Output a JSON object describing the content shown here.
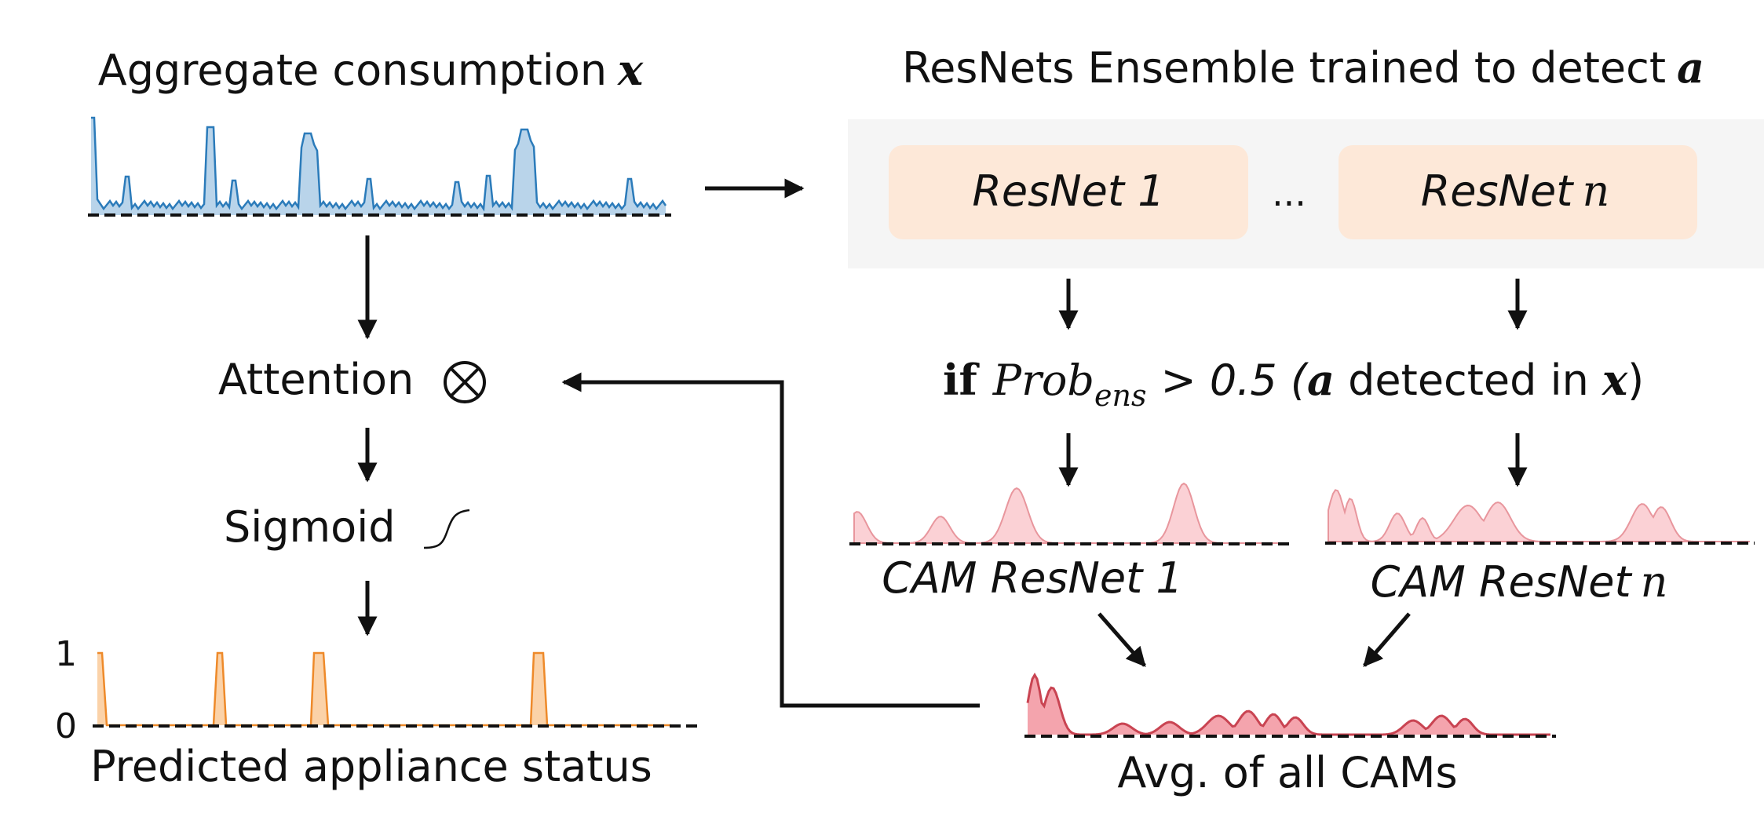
{
  "left": {
    "input_title": "Aggregate consumption",
    "input_symbol": "x",
    "attention_label": "Attention",
    "sigmoid_label": "Sigmoid",
    "output_y_top": "1",
    "output_y_bottom": "0",
    "output_title": "Predicted appliance status"
  },
  "right": {
    "ensemble_title": "ResNets Ensemble trained to detect",
    "ensemble_symbol": "a",
    "model_1_name": "ResNet 1",
    "model_ellipsis": "...",
    "model_n_name": "ResNet",
    "model_n_symbol": "n",
    "condition_if": "if",
    "condition_prob": "Prob",
    "condition_subscript": "ens",
    "condition_threshold": "> 0.5 (",
    "condition_symbol_a": "a",
    "condition_detected": " detected in ",
    "condition_symbol_x": "x",
    "condition_close": ")",
    "cam_1_label": "CAM ResNet 1",
    "cam_n_label": "CAM ResNet",
    "cam_n_symbol": "n",
    "average_label": "Avg. of all CAMs"
  },
  "colors": {
    "aggregate_line": "#2b7bba",
    "aggregate_fill": "#b9d4ea",
    "output_line": "#ee8a2a",
    "output_fill": "#fbd2a8",
    "cam_line": "#e8969d",
    "cam_fill": "#fbd1d5",
    "avg_line": "#c94452",
    "avg_fill": "#f4a4ad",
    "ensemble_panel": "#f5f5f5",
    "model_box": "#fde8d8",
    "arrow": "#111111"
  },
  "icons": {
    "attention": "circled-times-icon",
    "sigmoid": "sigmoid-curve-icon"
  }
}
